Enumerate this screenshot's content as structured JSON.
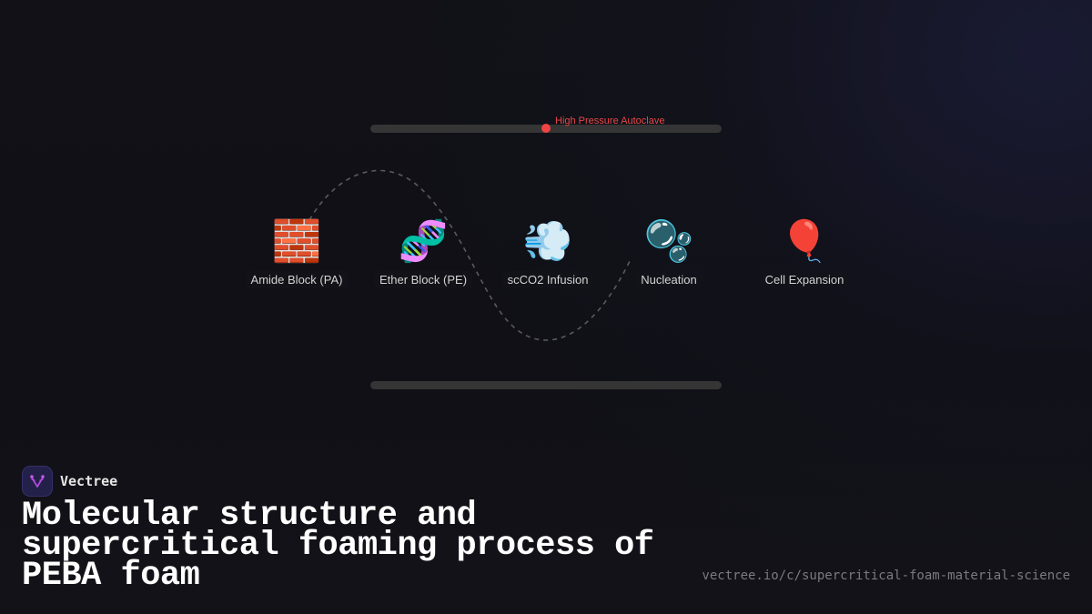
{
  "diagram": {
    "top_bar_label": "High Pressure Autoclave",
    "marker_color": "#f04444",
    "nodes": [
      {
        "icon": "🧱",
        "icon_name": "brick-icon",
        "label": "Amide Block (PA)"
      },
      {
        "icon": "🧬",
        "icon_name": "dna-icon",
        "label": "Ether Block (PE)"
      },
      {
        "icon": "💨",
        "icon_name": "wind-gas-icon",
        "label": "scCO2 Infusion"
      },
      {
        "icon": "🫧",
        "icon_name": "bubbles-icon",
        "label": "Nucleation"
      },
      {
        "icon": "🎈",
        "icon_name": "balloon-icon",
        "label": "Cell Expansion"
      }
    ]
  },
  "footer": {
    "brand_name": "Vectree",
    "title": "Molecular structure and supercritical foaming process of PEBA foam",
    "url": "vectree.io/c/supercritical-foam-material-science"
  }
}
